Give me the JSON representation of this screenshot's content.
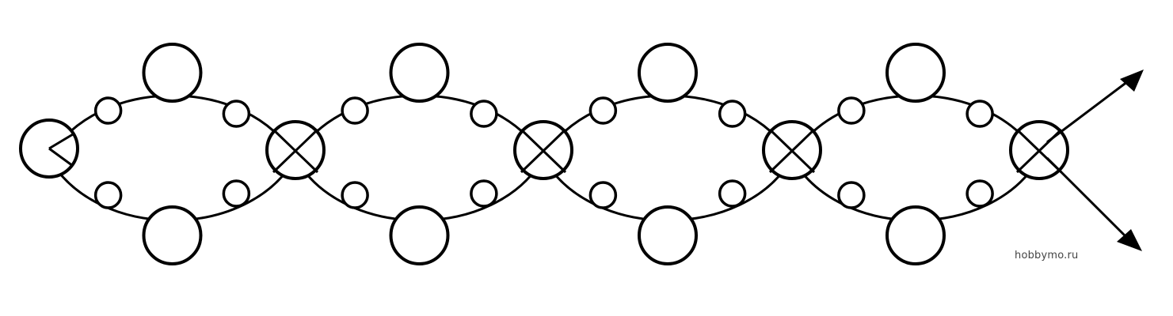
{
  "diagram": {
    "description_visible": false,
    "line_color": "#000000",
    "background_color": "#ffffff",
    "pattern": {
      "segments": 4,
      "large_beads_per_segment": 2,
      "small_beads_per_segment": 4,
      "junction_beads": 5
    },
    "watermark": "hobbymo.ru"
  }
}
